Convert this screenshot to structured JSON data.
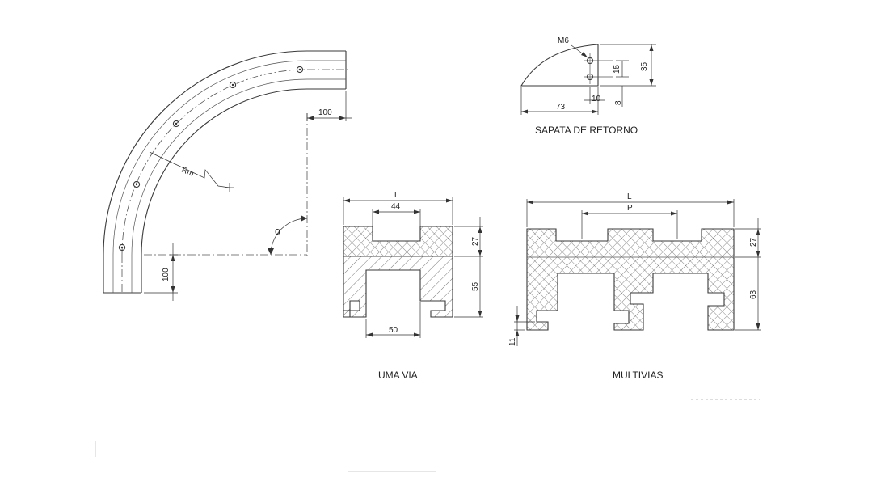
{
  "curve": {
    "dim_horizontal": "100",
    "dim_vertical": "100",
    "radius_label": "Rm",
    "angle_label": "α"
  },
  "shoe": {
    "thread_label": "M6",
    "dim_width": "73",
    "dim_hole_offset": "10",
    "dim_height": "35",
    "dim_hole_pitch": "15",
    "dim_bottom": "8",
    "caption": "SAPATA DE RETORNO"
  },
  "single_lane": {
    "dim_total_width": "L",
    "dim_top_slot": "44",
    "dim_top_height": "27",
    "dim_body_height": "55",
    "dim_bottom_opening": "50",
    "caption": "UMA VIA"
  },
  "multi_lane": {
    "dim_total_width": "L",
    "dim_pitch": "P",
    "dim_top_height": "27",
    "dim_body_height": "63",
    "dim_foot": "11",
    "caption": "MULTIVIAS"
  }
}
